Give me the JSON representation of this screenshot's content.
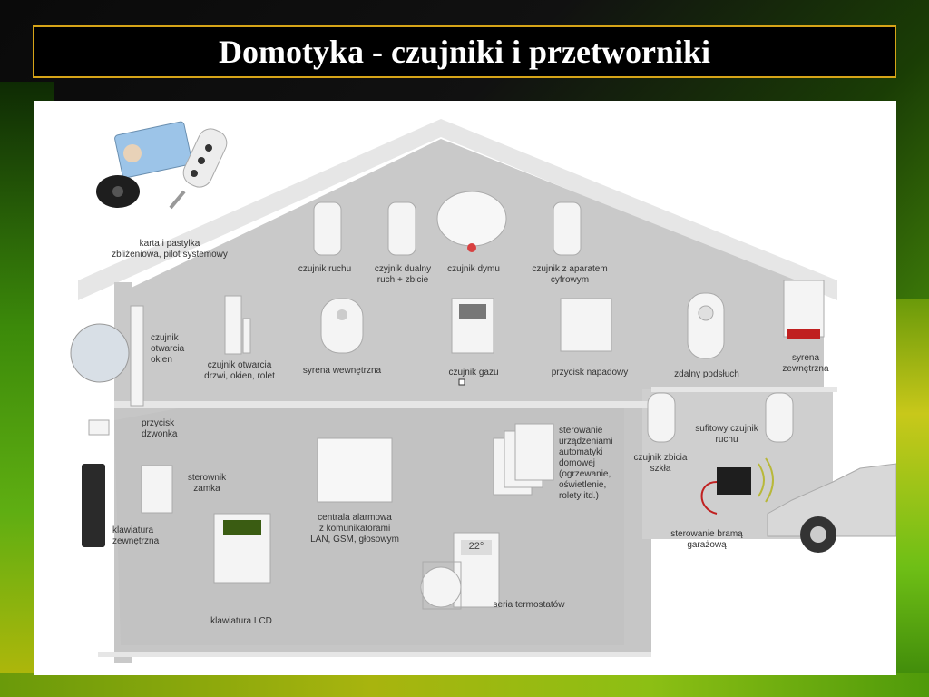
{
  "title": "Domotyka - czujniki i przetworniki",
  "labels": {
    "karta": "karta i pastylka\nzbliżeniowa, pilot systemowy",
    "czujnik_ruchu": "czujnik ruchu",
    "czujnik_dualny": "czyjnik dualny\nruch + zbicie",
    "czujnik_dymu": "czujnik dymu",
    "czujnik_aparat": "czujnik z aparatem\ncyfrowym",
    "czujnik_okien": "czujnik\notwarcia\nokien",
    "czujnik_drzwi": "czujnik otwarcia\ndrzwi, okien, rolet",
    "syrena_wew": "syrena wewnętrzna",
    "czujnik_gazu": "czujnik gazu",
    "przycisk_napadowy": "przycisk napadowy",
    "zdalny_podsluch": "zdalny podsłuch",
    "syrena_zew": "syrena\nzewnętrzna",
    "przycisk_dzwonka": "przycisk\ndzwonka",
    "sufitowy": "sufitowy czujnik\nruchu",
    "czujnik_zbicia": "czujnik zbicia\nszkła",
    "sterownik_zamka": "sterownik\nzamka",
    "centrala": "centrala alarmowa\nz komunikatorami\nLAN, GSM, głosowym",
    "sterowanie_auto": "sterowanie\nurządzeniami\nautomatyki\ndomowej\n(ogrzewanie,\noświetlenie,\nrolety itd.)",
    "klawiatura_zew": "klawiatura\nzewnętrzna",
    "sterowanie_brama": "sterowanie bramą\ngarażową",
    "klawiatura_lcd": "klawiatura LCD",
    "seria_termostatow": "seria termostatów",
    "thermostat_display": "22°"
  },
  "colors": {
    "frame": "#d6a418",
    "house_fill": "#c9c9c9",
    "house_edge": "#e2e2e2",
    "device": "#f4f4f4",
    "siren_red": "#c02020"
  }
}
